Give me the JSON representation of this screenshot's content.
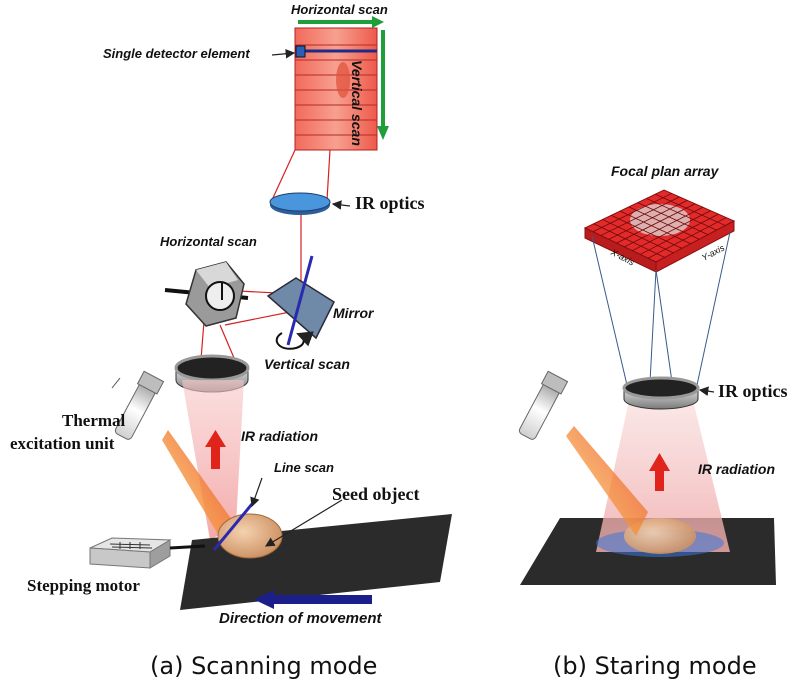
{
  "labels": {
    "horizontal_scan_top": "Horizontal scan",
    "vertical_scan_top": "Vertical scan",
    "single_detector": "Single detector element",
    "ir_optics_a": "IR optics",
    "horizontal_scan_mid": "Horizontal scan",
    "mirror": "Mirror",
    "vertical_scan_mid": "Vertical scan",
    "thermal_line1": "Thermal",
    "thermal_line2": "excitation unit",
    "ir_radiation_a": "IR radiation",
    "line_scan": "Line scan",
    "seed_object": "Seed object",
    "stepping_motor": "Stepping motor",
    "direction": "Direction of movement",
    "focal_plan_array": "Focal plan array",
    "x_axis": "X-axis",
    "y_axis": "Y-axis",
    "ir_optics_b": "IR optics",
    "ir_radiation_b": "IR radiation"
  },
  "captions": {
    "a": "(a) Scanning mode",
    "b": "(b) Staring mode"
  },
  "colors": {
    "scan_arrow": "#1f9e3a",
    "direction_arrow": "#1c1f8a",
    "ray": "#d62020",
    "detector_grid": "#e8433a",
    "optics_lens": "#3f8ed8"
  }
}
